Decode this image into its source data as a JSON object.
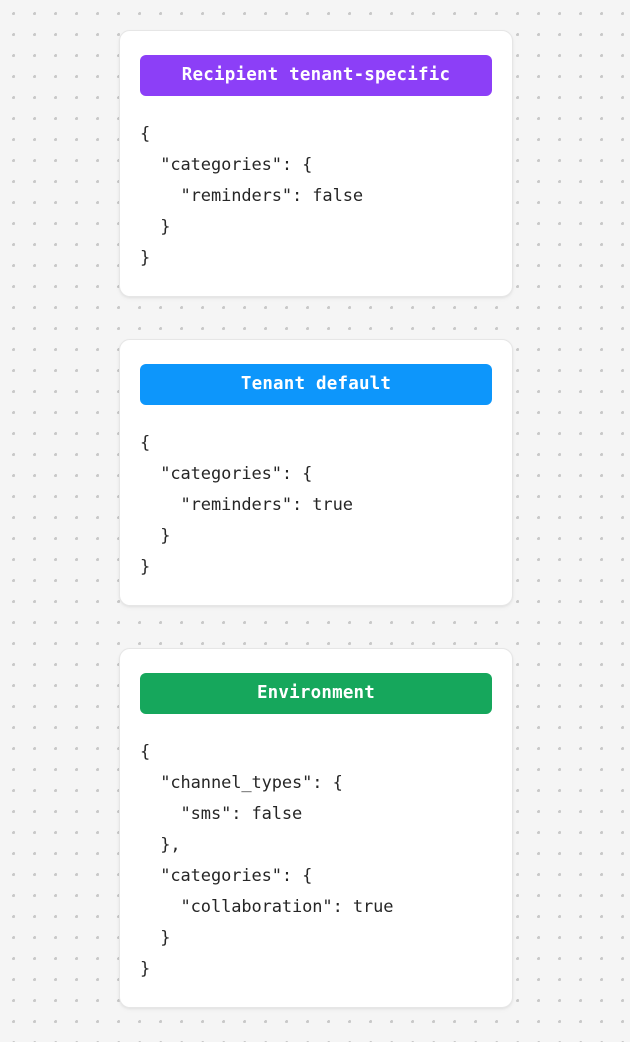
{
  "background": {
    "color": "#f5f5f5",
    "dot_color": "#c9c9c9",
    "pattern": "dotted-grid"
  },
  "cards": [
    {
      "badge_label": "Recipient tenant-specific",
      "badge_color": "#8c3ff7",
      "code": "{\n  \"categories\": {\n    \"reminders\": false\n  }\n}"
    },
    {
      "badge_label": "Tenant default",
      "badge_color": "#0d96fb",
      "code": "{\n  \"categories\": {\n    \"reminders\": true\n  }\n}"
    },
    {
      "badge_label": "Environment",
      "badge_color": "#16a75c",
      "code": "{\n  \"channel_types\": {\n    \"sms\": false\n  },\n  \"categories\": {\n    \"collaboration\": true\n  }\n}"
    }
  ]
}
